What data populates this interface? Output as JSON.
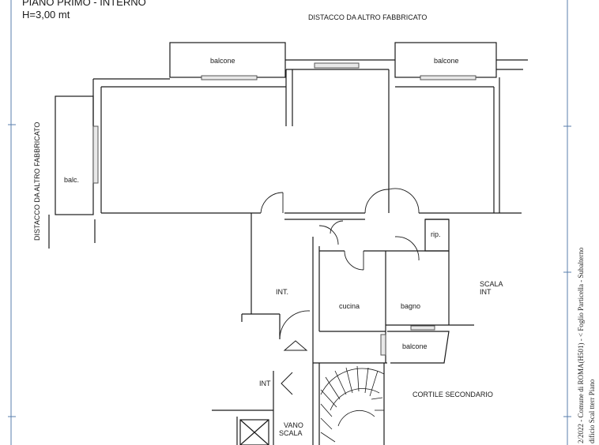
{
  "header": {
    "floor_label": "PIANO PRIMO - INTERNO",
    "height_label": "H=3,00 mt"
  },
  "plan": {
    "top_neighbor": "DISTACCO DA ALTRO FABBRICATO",
    "left_neighbor": "DISTACCO DA ALTRO FABBRICATO",
    "rooms": {
      "balcone_top_left": "balcone",
      "balcone_top_right": "balcone",
      "balc_left": "balc.",
      "rip": "rip.",
      "int_entry": "INT.",
      "cucina": "cucina",
      "bagno": "bagno",
      "balcone_lower": "balcone",
      "scala_int_1": "SCALA",
      "scala_int_2": "INT",
      "int_lower": "INT",
      "cortile": "CORTILE SECONDARIO",
      "vano_scala_1": "VANO",
      "vano_scala_2": "SCALA"
    }
  },
  "margin_stamp": {
    "text": "2/2022 - Comune di ROMA(H501) - < Foglio     Particella     - Subalterno",
    "text2": "dificio   Scal   tterr   Piano"
  },
  "colors": {
    "ink": "#1a1a1a",
    "wall_gray": "#555555",
    "frame_blue": "#5a7fae",
    "paper": "#ffffff"
  }
}
